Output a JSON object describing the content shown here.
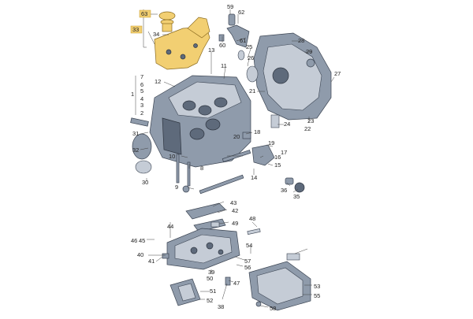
{
  "callouts": [
    {
      "id": "c63",
      "text": "63"
    },
    {
      "id": "c33",
      "text": "33"
    },
    {
      "id": "c34",
      "text": "34"
    },
    {
      "id": "c59",
      "text": "59"
    },
    {
      "id": "c62",
      "text": "62"
    },
    {
      "id": "c60",
      "text": "60"
    },
    {
      "id": "c61",
      "text": "61"
    },
    {
      "id": "c12",
      "text": "12"
    },
    {
      "id": "c13",
      "text": "13"
    },
    {
      "id": "c11",
      "text": "11"
    },
    {
      "id": "c25",
      "text": "25"
    },
    {
      "id": "c26",
      "text": "26"
    },
    {
      "id": "c28",
      "text": "28"
    },
    {
      "id": "c29",
      "text": "29"
    },
    {
      "id": "c27",
      "text": "27"
    },
    {
      "id": "c21",
      "text": "21"
    },
    {
      "id": "c24",
      "text": "24"
    },
    {
      "id": "c23",
      "text": "23"
    },
    {
      "id": "c22",
      "text": "22"
    },
    {
      "id": "c7",
      "text": "7"
    },
    {
      "id": "c6",
      "text": "6"
    },
    {
      "id": "c5",
      "text": "5"
    },
    {
      "id": "c1",
      "text": "1"
    },
    {
      "id": "c4",
      "text": "4"
    },
    {
      "id": "c3",
      "text": "3"
    },
    {
      "id": "c2",
      "text": "2"
    },
    {
      "id": "c31",
      "text": "31"
    },
    {
      "id": "c32",
      "text": "32"
    },
    {
      "id": "c30",
      "text": "30"
    },
    {
      "id": "c10",
      "text": "10"
    },
    {
      "id": "c18",
      "text": "18"
    },
    {
      "id": "c19",
      "text": "19"
    },
    {
      "id": "c20",
      "text": "20"
    },
    {
      "id": "c17",
      "text": "17"
    },
    {
      "id": "c16",
      "text": "16"
    },
    {
      "id": "c15",
      "text": "15"
    },
    {
      "id": "c14",
      "text": "14"
    },
    {
      "id": "c8",
      "text": "8"
    },
    {
      "id": "c9",
      "text": "9"
    },
    {
      "id": "c36",
      "text": "36"
    },
    {
      "id": "c35",
      "text": "35"
    },
    {
      "id": "c43",
      "text": "43"
    },
    {
      "id": "c42",
      "text": "42"
    },
    {
      "id": "c49",
      "text": "49"
    },
    {
      "id": "c48",
      "text": "48"
    },
    {
      "id": "c44",
      "text": "44"
    },
    {
      "id": "c46",
      "text": "46"
    },
    {
      "id": "c45",
      "text": "45"
    },
    {
      "id": "c40",
      "text": "40"
    },
    {
      "id": "c41",
      "text": "41"
    },
    {
      "id": "c39",
      "text": "39"
    },
    {
      "id": "c54",
      "text": "54"
    },
    {
      "id": "c57",
      "text": "57"
    },
    {
      "id": "c56",
      "text": "56"
    },
    {
      "id": "c47",
      "text": "47"
    },
    {
      "id": "c50",
      "text": "50"
    },
    {
      "id": "c51",
      "text": "51"
    },
    {
      "id": "c52",
      "text": "52"
    },
    {
      "id": "c38",
      "text": "38"
    },
    {
      "id": "c53",
      "text": "53"
    },
    {
      "id": "c55",
      "text": "55"
    },
    {
      "id": "c58",
      "text": "58"
    }
  ]
}
